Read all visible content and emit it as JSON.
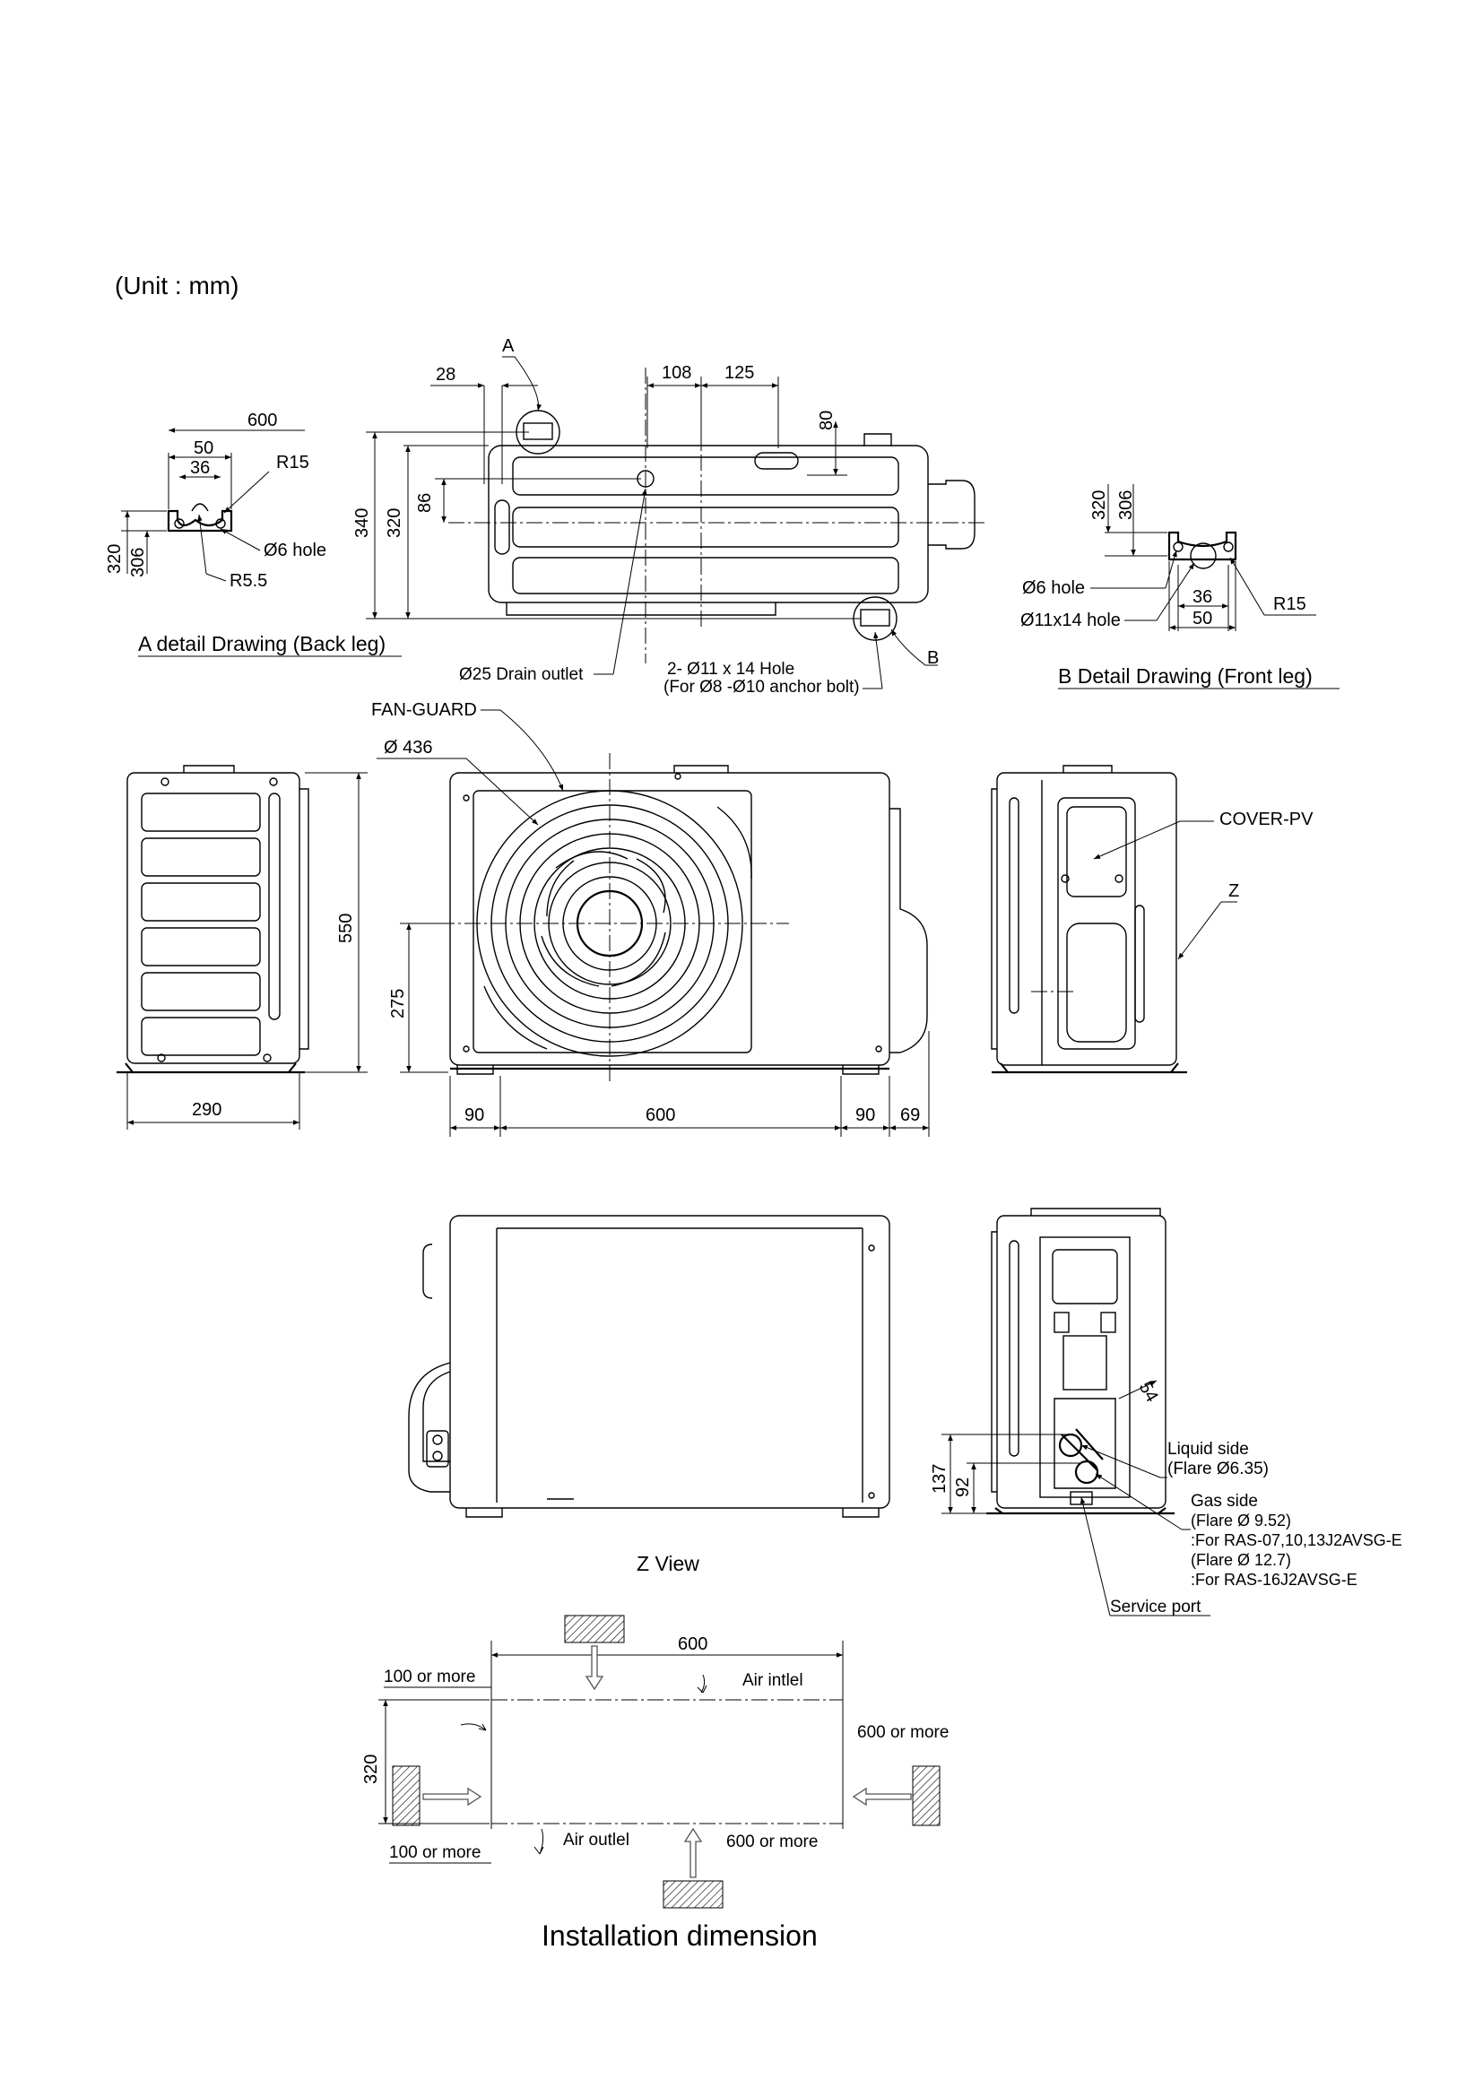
{
  "unit_note": "(Unit : mm)",
  "top_view": {
    "dim_28": "28",
    "dim_108": "108",
    "dim_125": "125",
    "dim_80": "80",
    "dim_86": "86",
    "dim_340": "340",
    "dim_320": "320",
    "mark_a": "A",
    "mark_b": "B",
    "drain_outlet": "Ø25 Drain outlet",
    "hole_line1": "2- Ø11 x 14  Hole",
    "hole_line2": "(For Ø8 -Ø10 anchor bolt)"
  },
  "detail_a": {
    "dim_600": "600",
    "dim_50": "50",
    "dim_36": "36",
    "r15": "R15",
    "hole": "Ø6 hole",
    "r55": "R5.5",
    "dim_320": "320",
    "dim_306": "306",
    "caption": "A detail Drawing (Back leg)"
  },
  "detail_b": {
    "dim_320": "320",
    "dim_306": "306",
    "hole6": "Ø6 hole",
    "hole11": "Ø11x14 hole",
    "dim_36": "36",
    "dim_50": "50",
    "r15": "R15",
    "caption": "B   Detail Drawing (Front leg)"
  },
  "side_left": {
    "dim_290": "290",
    "dim_550": "550"
  },
  "front": {
    "fan_guard": "FAN-GUARD",
    "diameter": "Ø 436",
    "dim_275": "275",
    "dim_90a": "90",
    "dim_600": "600",
    "dim_90b": "90",
    "dim_69": "69"
  },
  "side_right": {
    "cover_pv": "COVER-PV",
    "z": "Z"
  },
  "rear": {
    "z_view": "Z View"
  },
  "pipe_view": {
    "dim_54": "54",
    "dim_137": "137",
    "dim_92": "92",
    "liquid_side": "Liquid side",
    "liquid_flare": "(Flare Ø6.35)",
    "gas_side": "Gas side",
    "gas_flare1": "(Flare Ø 9.52)",
    "gas_for1": ":For RAS-07,10,13J2AVSG-E",
    "gas_flare2": "(Flare Ø  12.7)",
    "gas_for2": ":For RAS-16J2AVSG-E",
    "service_port": "Service port"
  },
  "installation": {
    "dim_600": "600",
    "back_clear": "100 or more",
    "air_inlet": "Air intlel",
    "right_clear": "600 or more",
    "dim_320": "320",
    "left_clear": "100 or more",
    "air_outlet": "Air outlel",
    "front_clear": "600 or more",
    "title": "Installation dimension"
  }
}
